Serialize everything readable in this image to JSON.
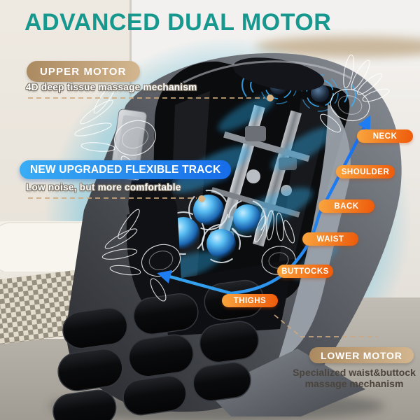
{
  "title": "ADVANCED DUAL MOTOR",
  "callouts": {
    "upper_motor": {
      "label": "UPPER MOTOR",
      "description": "4D deep tissue massage mechanism"
    },
    "flexible_track": {
      "label": "NEW UPGRADED FLEXIBLE TRACK",
      "description": "Low noise, but more comfortable"
    },
    "lower_motor": {
      "label": "LOWER MOTOR",
      "description_line1": "Specialized waist&buttock",
      "description_line2": "massage mechanism"
    }
  },
  "body_zones": [
    {
      "label": "NECK"
    },
    {
      "label": "SHOULDER"
    },
    {
      "label": "BACK"
    },
    {
      "label": "WAIST"
    },
    {
      "label": "BUTTOCKS"
    },
    {
      "label": "THIGHS"
    }
  ],
  "colors": {
    "title_teal": "#16988f",
    "motor_pill_gradient": [
      "#ab8a61",
      "#d3b68f"
    ],
    "track_pill_gradient": [
      "#39adf4",
      "#176ce9"
    ],
    "zone_pill_gradient": [
      "#f9a53e",
      "#ee5a0a"
    ],
    "track_line_blue": "#1f7df2",
    "leader_dash_tan": "#cba97e",
    "background_circle_teal": "#8fccdf"
  }
}
